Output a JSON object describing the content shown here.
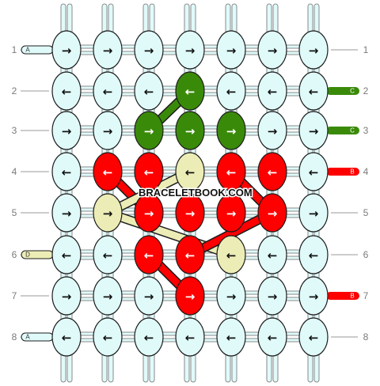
{
  "watermark": "BRACELETBOOK.COM",
  "colors": {
    "A": "#e0fafa",
    "B": "#ff0000",
    "C": "#3a8a0a",
    "D": "#ececb6",
    "outline": "#1c1c1c",
    "gridline": "#999999"
  },
  "row_labels": [
    "1",
    "2",
    "3",
    "4",
    "5",
    "6",
    "7",
    "8"
  ],
  "left_strings": [
    {
      "row": 1,
      "letter": "A",
      "color": "A"
    },
    {
      "row": 6,
      "letter": "D",
      "color": "D"
    },
    {
      "row": 8,
      "letter": "A",
      "color": "A"
    }
  ],
  "right_strings": [
    {
      "row": 2,
      "letter": "C",
      "color": "C"
    },
    {
      "row": 3,
      "letter": "C",
      "color": "C"
    },
    {
      "row": 4,
      "letter": "B",
      "color": "B"
    },
    {
      "row": 7,
      "letter": "B",
      "color": "B"
    }
  ],
  "knots": [
    [
      "A:→",
      "A:→",
      "A:→",
      "A:→",
      "A:→",
      "A:→",
      "A:→"
    ],
    [
      "A:←",
      "A:←",
      "A:←",
      "C:←",
      "A:←",
      "A:←",
      "A:←"
    ],
    [
      "A:→",
      "A:→",
      "C:→",
      "C:→",
      "C:→",
      "A:→",
      "A:→"
    ],
    [
      "A:←",
      "B:←",
      "B:←",
      "D:←",
      "B:←",
      "B:←",
      "A:←"
    ],
    [
      "A:→",
      "D:→",
      "B:→",
      "B:→",
      "B:→",
      "B:→",
      "A:→"
    ],
    [
      "A:←",
      "A:←",
      "B:←",
      "B:←",
      "D:←",
      "A:←",
      "A:←"
    ],
    [
      "A:→",
      "A:→",
      "A:→",
      "B:→",
      "A:→",
      "A:→",
      "A:→"
    ],
    [
      "A:←",
      "A:←",
      "A:←",
      "A:←",
      "A:←",
      "A:←",
      "A:←"
    ]
  ],
  "thread_paths": [
    {
      "color": "C",
      "points": [
        [
          2,
          4
        ],
        [
          3,
          3
        ]
      ]
    },
    {
      "color": "B",
      "points": [
        [
          4,
          2
        ],
        [
          5,
          3
        ]
      ]
    },
    {
      "color": "B",
      "points": [
        [
          4,
          5
        ],
        [
          5,
          6
        ]
      ]
    },
    {
      "color": "D",
      "points": [
        [
          4,
          4
        ],
        [
          5,
          2
        ]
      ]
    },
    {
      "color": "D",
      "points": [
        [
          5,
          2
        ],
        [
          6,
          5
        ]
      ]
    },
    {
      "color": "B",
      "points": [
        [
          5,
          6
        ],
        [
          6,
          4
        ]
      ]
    },
    {
      "color": "B",
      "points": [
        [
          6,
          3
        ],
        [
          7,
          4
        ]
      ]
    }
  ]
}
